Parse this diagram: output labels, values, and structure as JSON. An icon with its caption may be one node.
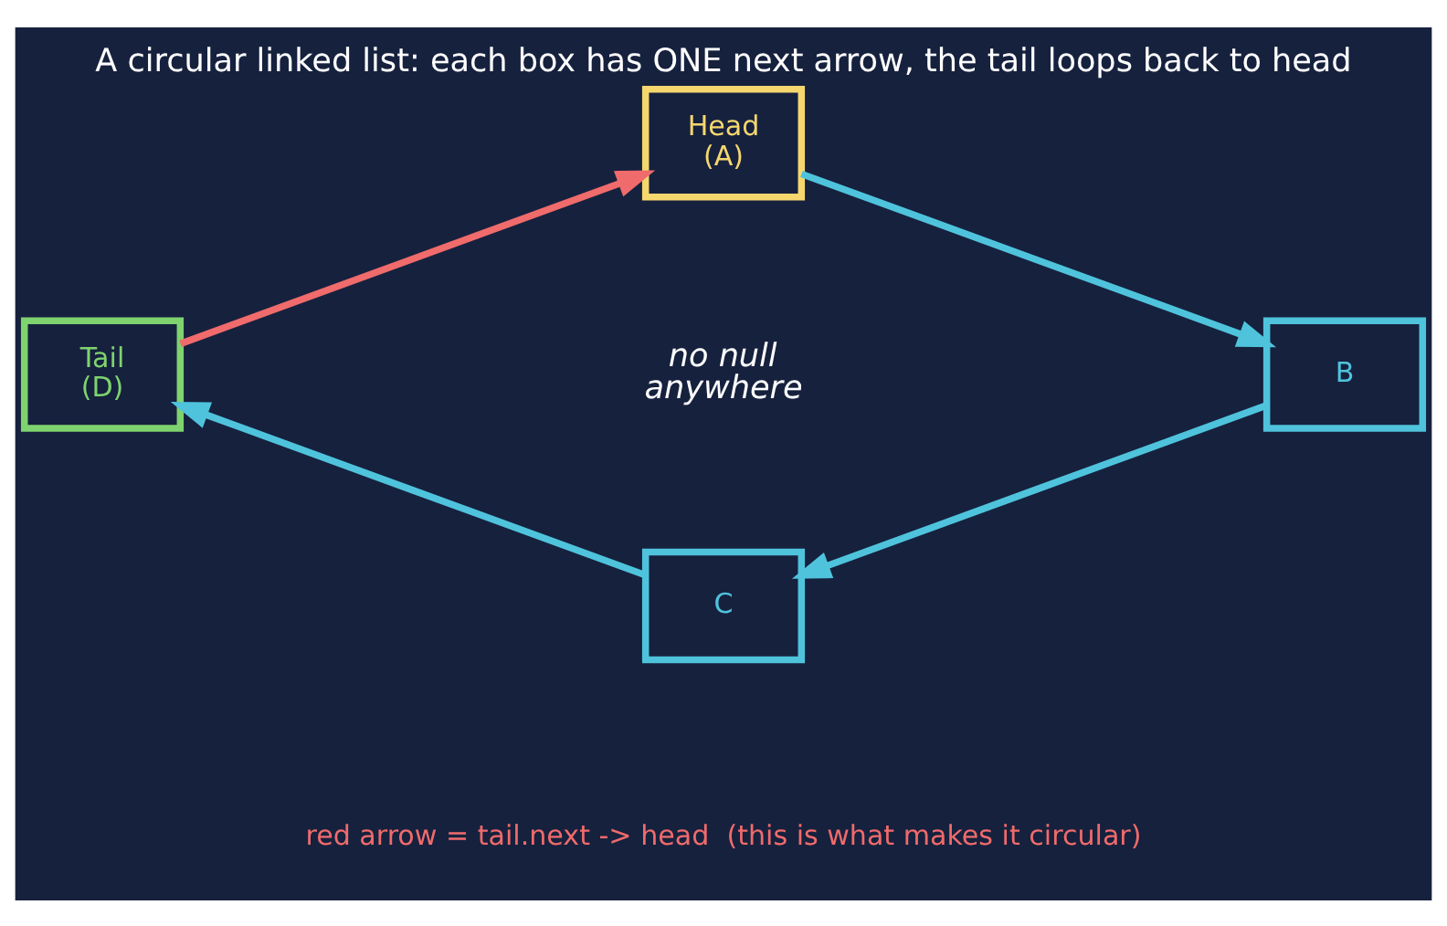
{
  "diagram": {
    "title": "A circular linked list: each box has ONE next arrow, the tail loops back to head",
    "caption": "red arrow = tail.next -> head  (this is what makes it circular)",
    "nodes": [
      {
        "text": [
          "Head (A)"
        ]
      },
      {
        "text": [
          "B"
        ]
      },
      {
        "text": [
          "C"
        ]
      },
      {
        "text": [
          "Tail (D)"
        ]
      }
    ],
    "edges": [
      {
        "from": 0,
        "to": 1,
        "arrow": "to"
      },
      {
        "from": 1,
        "to": 2,
        "arrow": "to"
      },
      {
        "from": 2,
        "to": 3,
        "arrow": "to"
      },
      {
        "from": 3,
        "to": 0,
        "arrow": "to",
        "color": "#f06b6b"
      }
    ],
    "labels": [
      "no null anywhere"
    ]
  }
}
